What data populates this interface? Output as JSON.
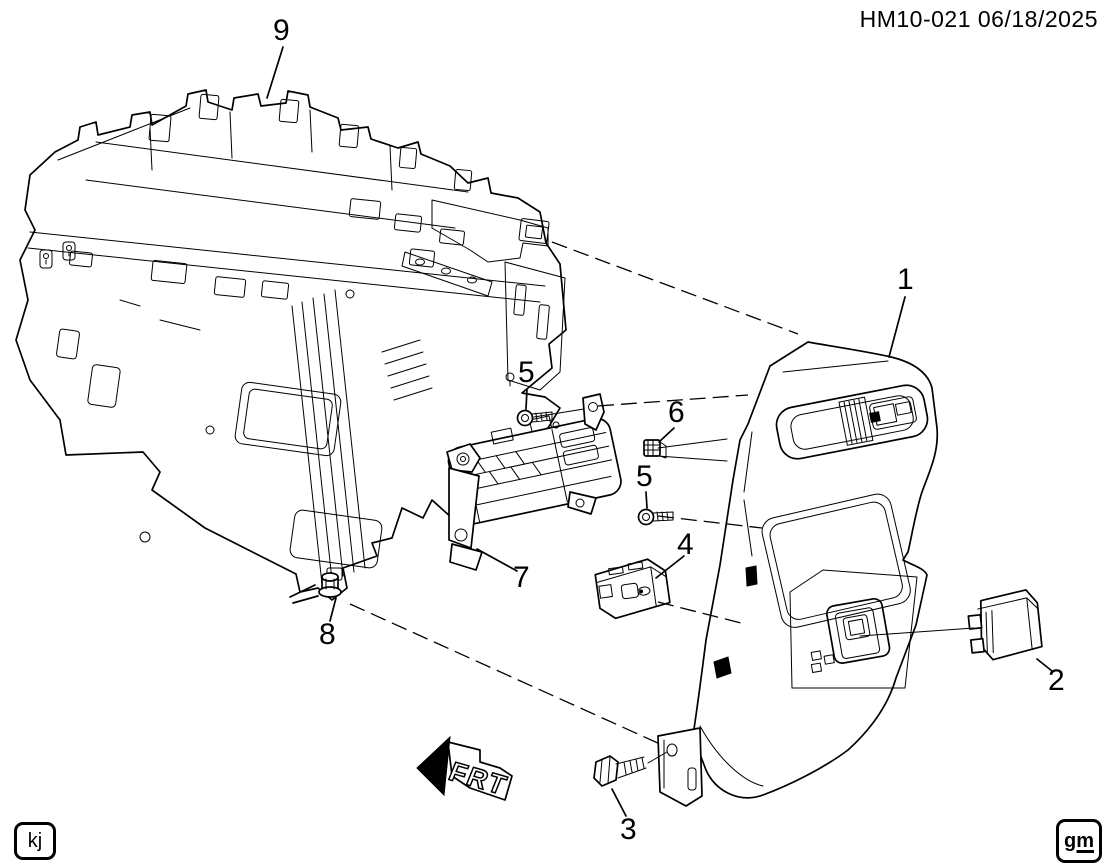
{
  "header": {
    "code_and_date": "HM10-021 06/18/2025"
  },
  "callouts": [
    {
      "label": "1"
    },
    {
      "label": "2"
    },
    {
      "label": "3"
    },
    {
      "label": "4"
    },
    {
      "label": "5"
    },
    {
      "label": "5"
    },
    {
      "label": "6"
    },
    {
      "label": "7"
    },
    {
      "label": "8"
    },
    {
      "label": "9"
    }
  ],
  "direction_indicator": {
    "label": "FRT"
  },
  "footer": {
    "left_badge": "kj",
    "right_badge": "gm"
  },
  "colors": {
    "line": "#000000",
    "background": "#ffffff"
  }
}
